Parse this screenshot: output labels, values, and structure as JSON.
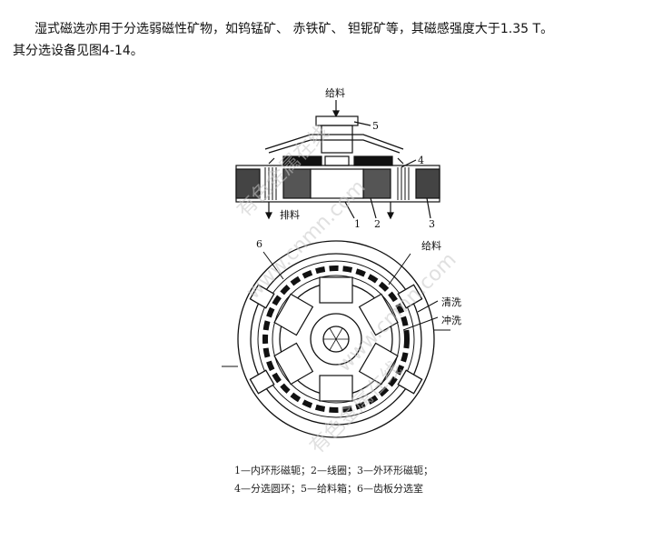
{
  "paragraph": {
    "line1": "湿式磁选亦用于分选弱磁性矿物，如钨锰矿、 赤铁矿、 钽铌矿等，其磁感强度大于1.35 T。",
    "line2": "其分选设备见图4-14。"
  },
  "figure": {
    "top_view": {
      "feed_label": "给料",
      "discharge_label": "排料",
      "numbers": [
        "1",
        "2",
        "3",
        "4",
        "5"
      ]
    },
    "plan_view": {
      "feed_label": "给料",
      "rinse_label": "清洗",
      "flush_label": "冲洗",
      "number6": "6"
    },
    "watermark_1": "有色金属在线",
    "watermark_2": "www.cnmn.com"
  },
  "caption": {
    "line1": "1—内环形磁轭；2—线圈；3—外环形磁轭；",
    "line2": "4—分选圆环；5—给料箱；6—齿板分选室"
  }
}
